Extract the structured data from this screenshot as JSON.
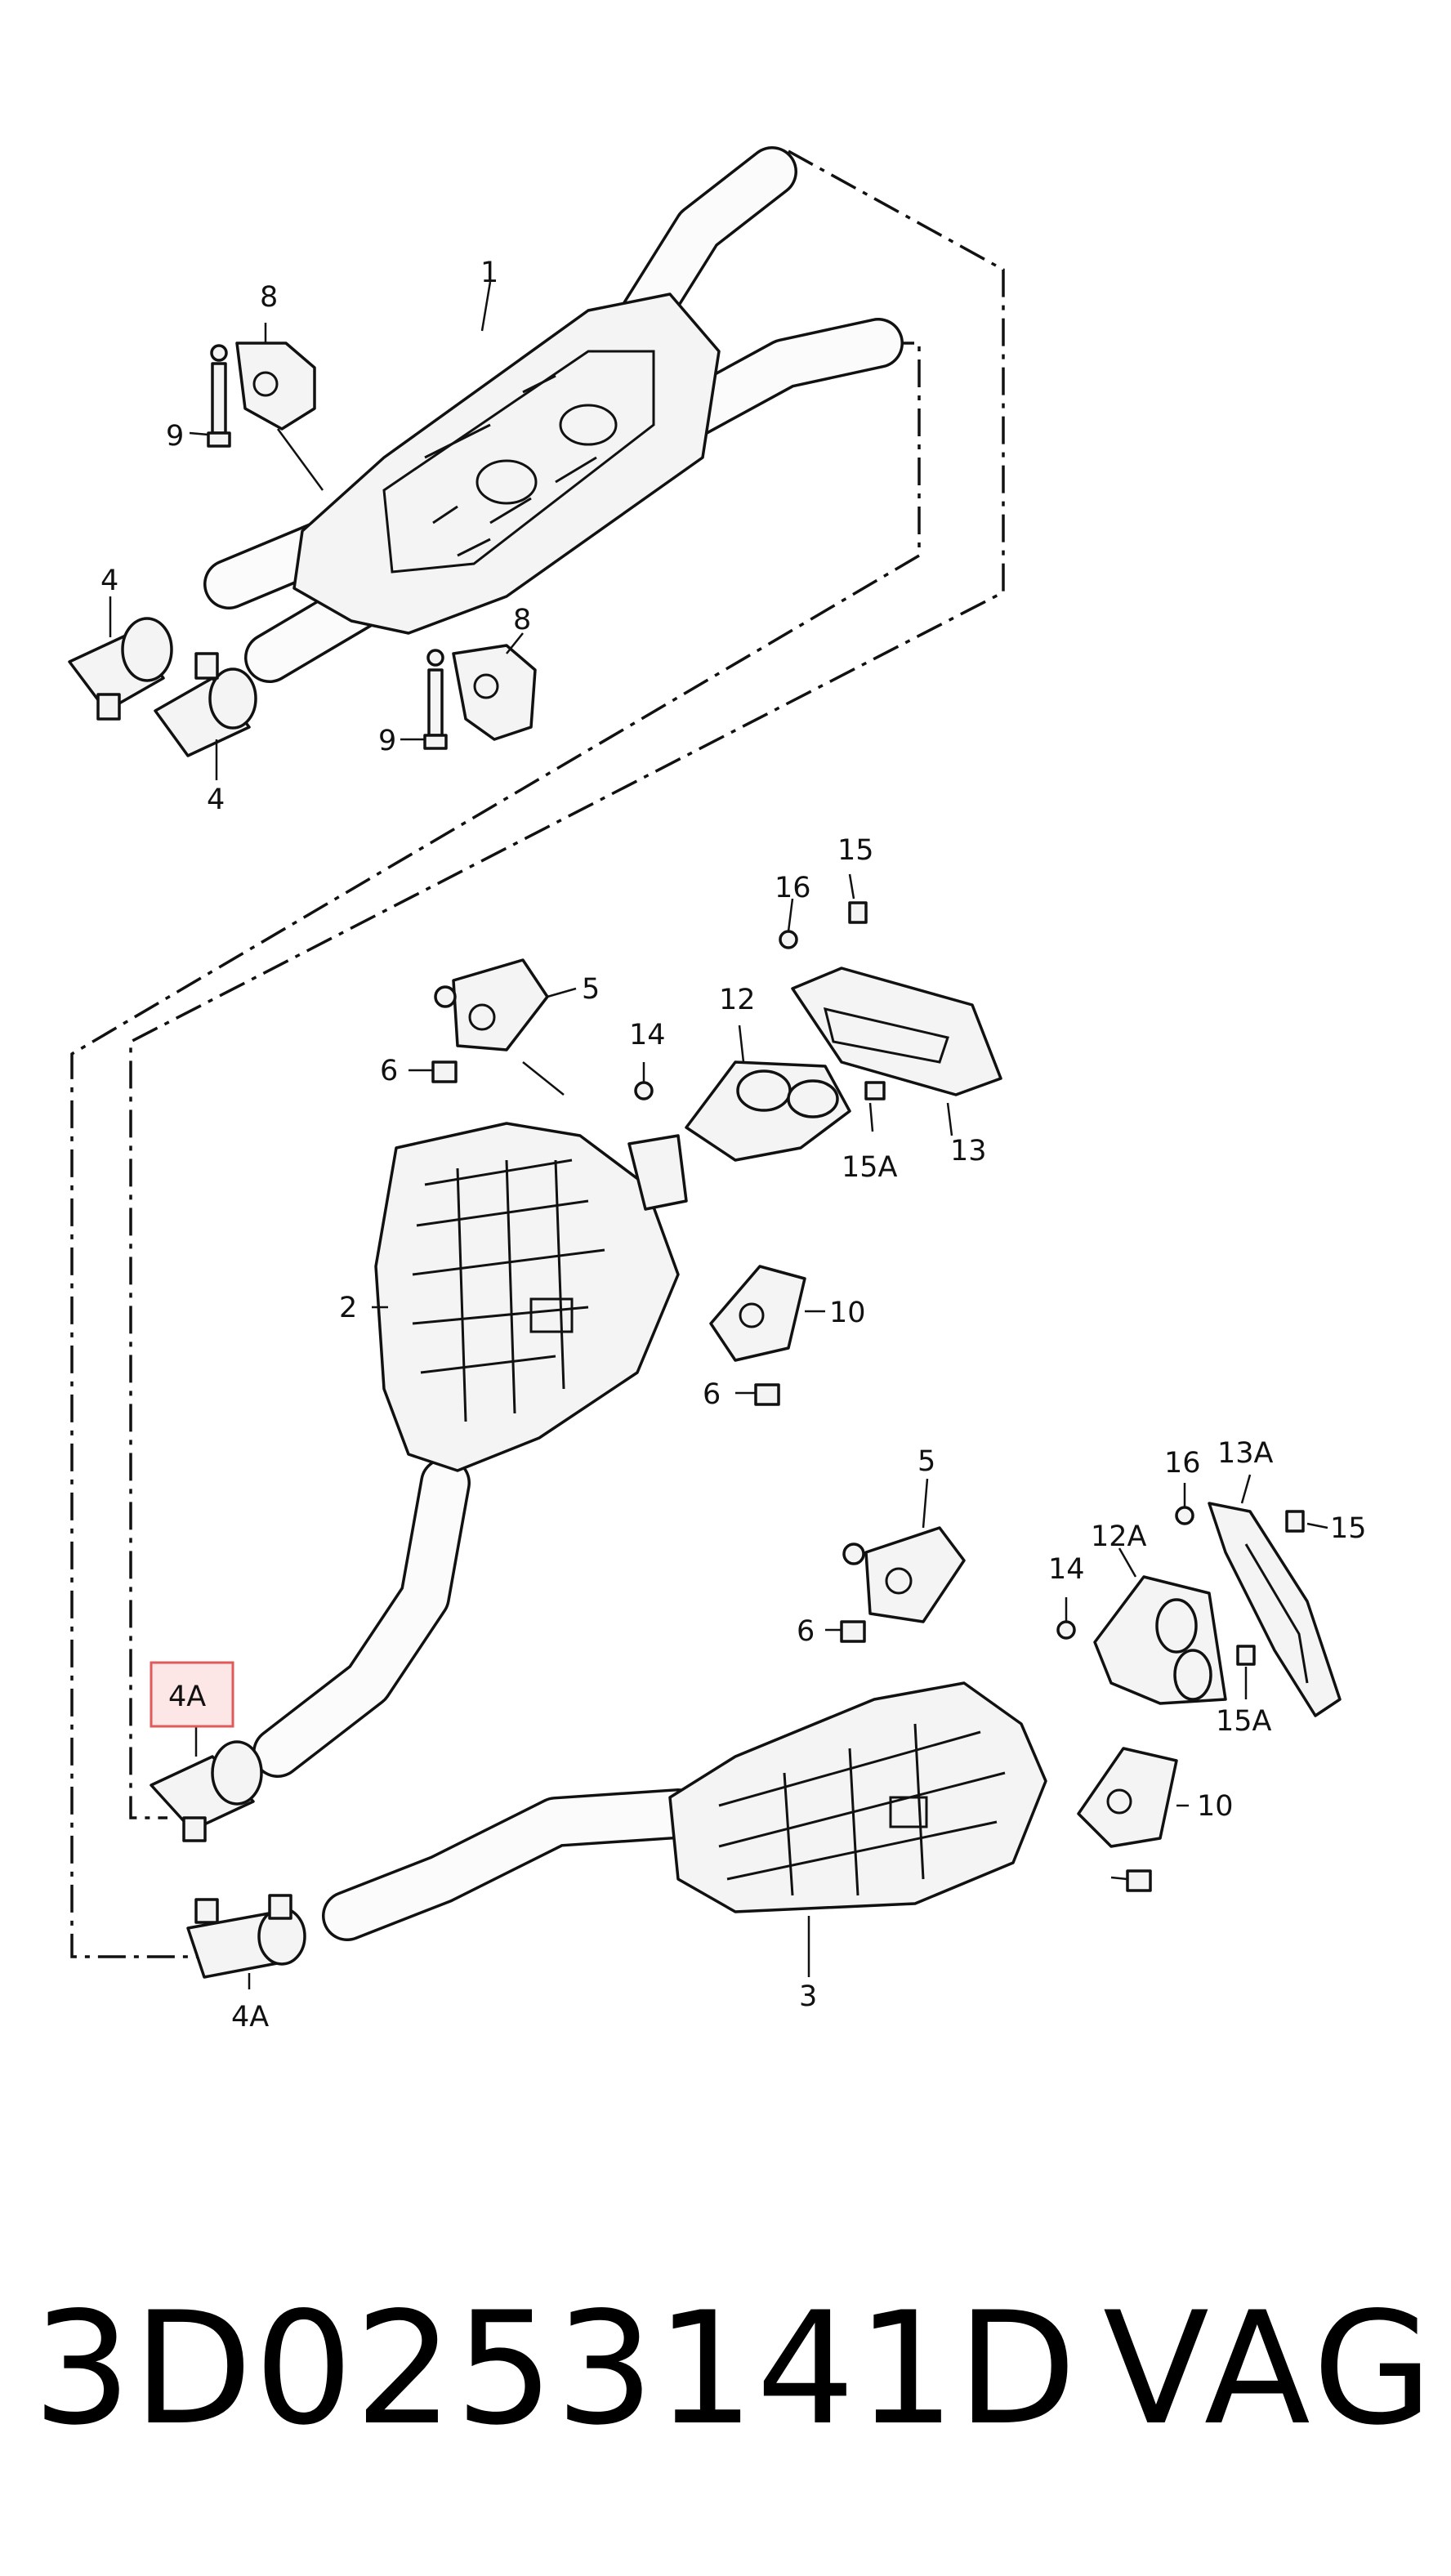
{
  "diagram": {
    "callouts": [
      {
        "id": "1",
        "text": "1"
      },
      {
        "id": "2",
        "text": "2"
      },
      {
        "id": "3",
        "text": "3"
      },
      {
        "id": "4-upper",
        "text": "4"
      },
      {
        "id": "4-lower",
        "text": "4"
      },
      {
        "id": "4A-highlighted",
        "text": "4A",
        "highlighted": true
      },
      {
        "id": "4A-lower",
        "text": "4A"
      },
      {
        "id": "5-upper",
        "text": "5"
      },
      {
        "id": "5-lower",
        "text": "5"
      },
      {
        "id": "6-upper",
        "text": "6"
      },
      {
        "id": "6-middle",
        "text": "6"
      },
      {
        "id": "6-lower",
        "text": "6"
      },
      {
        "id": "8-upper",
        "text": "8"
      },
      {
        "id": "8-lower",
        "text": "8"
      },
      {
        "id": "9-upper",
        "text": "9"
      },
      {
        "id": "9-lower",
        "text": "9"
      },
      {
        "id": "10-upper",
        "text": "10"
      },
      {
        "id": "10-lower",
        "text": "10"
      },
      {
        "id": "12",
        "text": "12"
      },
      {
        "id": "12A",
        "text": "12A"
      },
      {
        "id": "13",
        "text": "13"
      },
      {
        "id": "13A",
        "text": "13A"
      },
      {
        "id": "14-upper",
        "text": "14"
      },
      {
        "id": "14-lower",
        "text": "14"
      },
      {
        "id": "15-upper",
        "text": "15"
      },
      {
        "id": "15-lower",
        "text": "15"
      },
      {
        "id": "15A-upper",
        "text": "15A"
      },
      {
        "id": "15A-lower",
        "text": "15A"
      },
      {
        "id": "16-upper",
        "text": "16"
      },
      {
        "id": "16-lower",
        "text": "16"
      }
    ],
    "highlight_color": "#e05a5a"
  },
  "footer": {
    "part_number": "3D0253141D",
    "brand": "VAG"
  }
}
